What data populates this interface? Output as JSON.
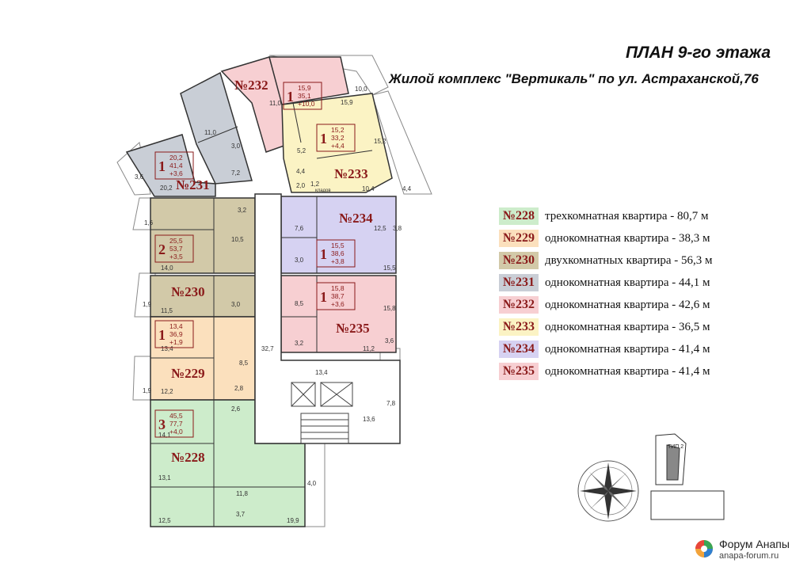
{
  "header": {
    "title": "ПЛАН 9-го этажа",
    "subtitle": "Жилой комплекс \"Вертикаль\" по ул. Астраханской,76"
  },
  "apartments": [
    {
      "id": "№228",
      "color": "#cdeccb",
      "text": "трехкомнатная  квартира - 80,7 м",
      "rooms": "3",
      "areas": [
        "45,5",
        "77,7",
        "+4,0"
      ]
    },
    {
      "id": "№229",
      "color": "#fbe0bd",
      "text": "однокомнатная квартира - 38,3 м",
      "rooms": "1",
      "areas": [
        "13,4",
        "36,9",
        "+1,9"
      ]
    },
    {
      "id": "№230",
      "color": "#d2c9a8",
      "text": "двухкомнатных  квартира - 56,3 м",
      "rooms": "2",
      "areas": [
        "25,5",
        "53,7",
        "+3,5"
      ]
    },
    {
      "id": "№231",
      "color": "#c9ced6",
      "text": "однокомнатная квартира - 44,1 м",
      "rooms": "1",
      "areas": [
        "20,2",
        "41,4",
        "+3,6"
      ]
    },
    {
      "id": "№232",
      "color": "#f7cfd2",
      "text": "однокомнатная квартира - 42,6 м",
      "rooms": "1",
      "areas": [
        "15,9",
        "35,1",
        "+10,0"
      ]
    },
    {
      "id": "№233",
      "color": "#fbf3c4",
      "text": "однокомнатная квартира - 36,5 м",
      "rooms": "1",
      "areas": [
        "15,2",
        "33,2",
        "+4,4"
      ]
    },
    {
      "id": "№234",
      "color": "#d6d2f2",
      "text": "однокомнатная квартира - 41,4 м",
      "rooms": "1",
      "areas": [
        "15,5",
        "38,6",
        "+3,8"
      ]
    },
    {
      "id": "№235",
      "color": "#f7cfd2",
      "text": "однокомнатная квартира - 41,4 м",
      "rooms": "1",
      "areas": [
        "15,8",
        "38,7",
        "+3,6"
      ]
    }
  ],
  "room_labels": [
    "3,6",
    "20,2",
    "11,0",
    "3,0",
    "7,2",
    "11,0",
    "5,2",
    "15,9",
    "10,0",
    "15,2",
    "4,4",
    "2,0",
    "1,2",
    "10,4",
    "4,4",
    "3,2",
    "1,6",
    "10,5",
    "14,0",
    "7,6",
    "12,5",
    "3,8",
    "3,0",
    "15,5",
    "1,9",
    "11,5",
    "3,0",
    "8,5",
    "15,8",
    "3,2",
    "11,2",
    "3,6",
    "13,4",
    "32,7",
    "8,5",
    "1,9",
    "12,2",
    "2,8",
    "13,4",
    "7,8",
    "2,6",
    "13,6",
    "14,1",
    "13,1",
    "11,8",
    "4,0",
    "3,7",
    "12,5",
    "19,9"
  ],
  "small_labels": {
    "storage": "кладов"
  },
  "minimap": {
    "label": "ТИП 2"
  },
  "footer": {
    "logo_name": "Форум Анапы",
    "logo_url": "anapa-forum.ru"
  }
}
